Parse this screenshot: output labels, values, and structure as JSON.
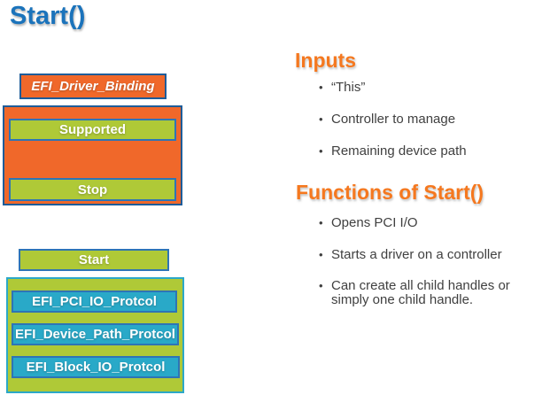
{
  "title": "Start()",
  "diagram": {
    "driver_binding_label": "EFI_Driver_Binding",
    "supported_label": "Supported",
    "stop_label": "Stop",
    "start_label": "Start",
    "protocols": [
      "EFI_PCI_IO_Protcol",
      "EFI_Device_Path_Protcol",
      "EFI_Block_IO_Protcol"
    ]
  },
  "sections": [
    {
      "heading": "Inputs",
      "bullets": [
        "“This”",
        "Controller to manage",
        "Remaining device path"
      ]
    },
    {
      "heading": "Functions of Start()",
      "bullets": [
        "Opens PCI I/O",
        "Starts a driver on a controller",
        "Can create all child handles or simply one child handle."
      ]
    }
  ],
  "colors": {
    "title_blue": "#1B73BB",
    "heading_orange": "#F5781F",
    "box_orange": "#F0682A",
    "box_green": "#AFC937",
    "box_cyan": "#29A9C8",
    "border_dark_blue": "#1E5C99",
    "border_bar_blue": "#2E74B5",
    "border_cyan": "#2CA8C8",
    "bullet_text_gray": "#404040"
  },
  "bullet_glyph": "•"
}
